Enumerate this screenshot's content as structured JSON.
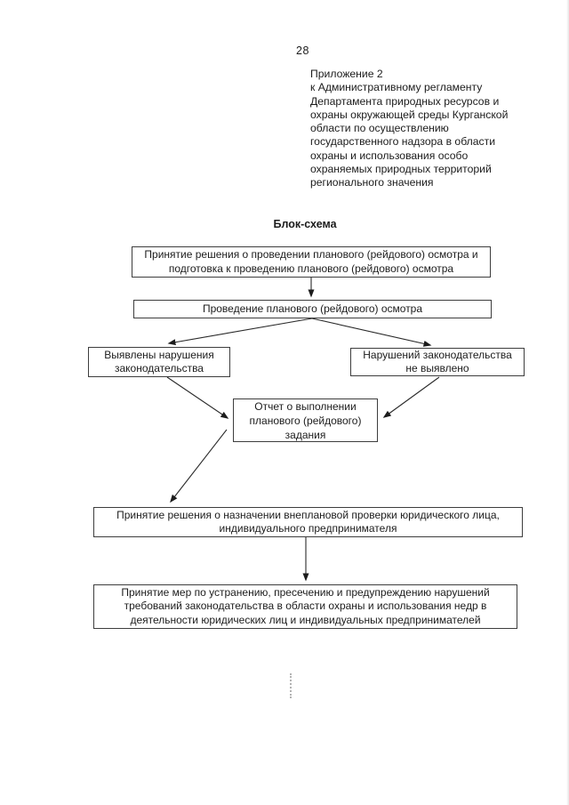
{
  "page": {
    "number": "28"
  },
  "appendix": {
    "lines": [
      "Приложение 2",
      "к Административному регламенту",
      "Департамента природных ресурсов и",
      "охраны окружающей среды Курганской",
      "области по осуществлению",
      "государственного надзора в области",
      "охраны и использования особо",
      "охраняемых природных территорий",
      "регионального значения"
    ]
  },
  "diagram": {
    "title": "Блок-схема",
    "boxes": {
      "decide_inspection": "Принятие решения о проведении планового (рейдового) осмотра и подготовка к проведению планового (рейдового) осмотра",
      "conduct_inspection": "Проведение планового (рейдового) осмотра",
      "violations_found": "Выявлены нарушения законодательства",
      "no_violations": "Нарушений законодательства не выявлено",
      "report": "Отчет о выполнении планового (рейдового) задания",
      "unscheduled_check": "Принятие решения о назначении внеплановой проверки юридического лица, индивидуального предпринимателя",
      "take_measures": "Принятие мер по устранению, пресечению и предупреждению нарушений требований законодательства в области охраны и использования недр в деятельности юридических лиц и индивидуальных предпринимателей"
    }
  },
  "colors": {
    "ink": "#1c1c1c",
    "box_border": "#3d3d3d",
    "background": "#ffffff"
  }
}
